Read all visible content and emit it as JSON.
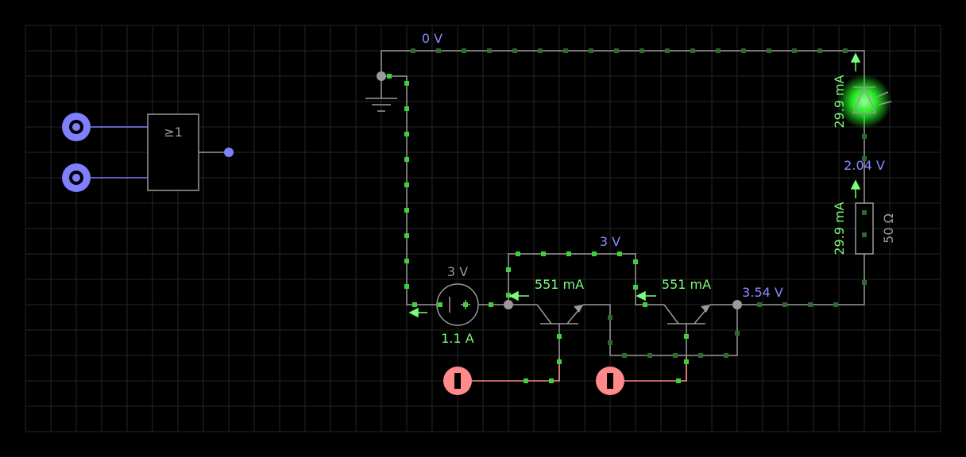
{
  "colors": {
    "background": "#000000",
    "grid": "#2a2a2a",
    "wire": "#9a9a9a",
    "current_dot": "#3ad43a",
    "voltage_label": "#8a8aff",
    "current_label": "#7CFC7C",
    "input_switch": "#8080ff",
    "output_switch": "#ff8a8a",
    "led_glow": "#27ff27"
  },
  "logic_gate": {
    "symbol": "≥1"
  },
  "labels": {
    "top_rail_voltage": "0 V",
    "source_voltage": "3 V",
    "source_current": "1.1 A",
    "mid_rail_voltage": "3 V",
    "transistor1_current": "551 mA",
    "transistor2_current": "551 mA",
    "node_voltage": "3.54 V",
    "led_node_voltage": "2.04 V",
    "led_current": "29.9 mA",
    "resistor_current": "29.9 mA",
    "resistor_value": "50 Ω"
  },
  "icons": [
    "ground-icon",
    "battery-icon",
    "npn-transistor-icon",
    "led-icon",
    "resistor-icon",
    "switch-icon",
    "or-gate-icon"
  ]
}
